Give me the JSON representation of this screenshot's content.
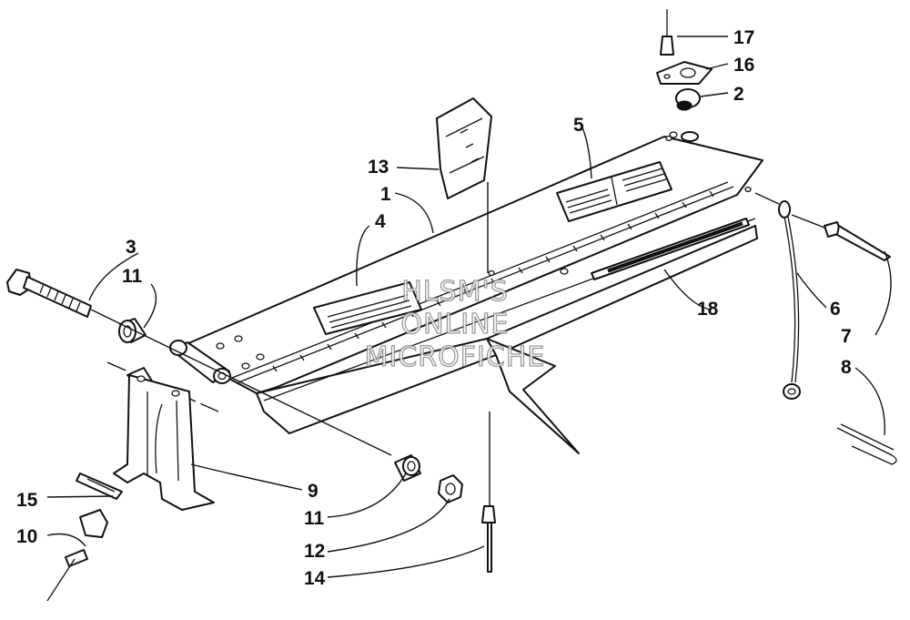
{
  "watermark": {
    "line1": "HLSM'S",
    "line2": "ONLINE",
    "line3": "MICROFICHE"
  },
  "callouts": [
    {
      "id": "c17",
      "label": "17"
    },
    {
      "id": "c16",
      "label": "16"
    },
    {
      "id": "c2",
      "label": "2"
    },
    {
      "id": "c5",
      "label": "5"
    },
    {
      "id": "c13",
      "label": "13"
    },
    {
      "id": "c1",
      "label": "1"
    },
    {
      "id": "c4",
      "label": "4"
    },
    {
      "id": "c3",
      "label": "3"
    },
    {
      "id": "c11a",
      "label": "11"
    },
    {
      "id": "c18",
      "label": "18"
    },
    {
      "id": "c6",
      "label": "6"
    },
    {
      "id": "c7",
      "label": "7"
    },
    {
      "id": "c8",
      "label": "8"
    },
    {
      "id": "c9",
      "label": "9"
    },
    {
      "id": "c15",
      "label": "15"
    },
    {
      "id": "c10",
      "label": "10"
    },
    {
      "id": "c11b",
      "label": "11"
    },
    {
      "id": "c12",
      "label": "12"
    },
    {
      "id": "c14",
      "label": "14"
    }
  ]
}
